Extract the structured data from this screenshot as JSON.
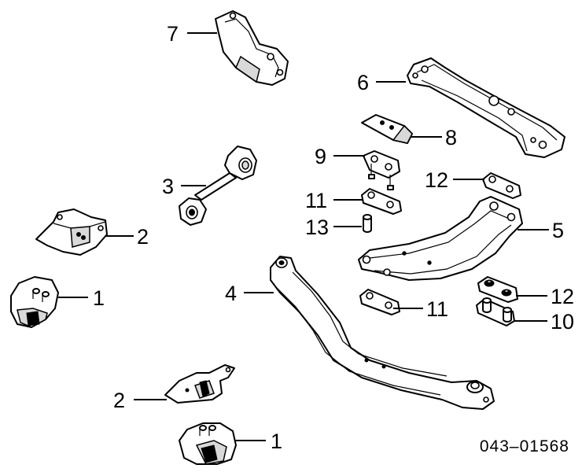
{
  "callouts": {
    "c7": "7",
    "c6": "6",
    "c8": "8",
    "c9": "9",
    "c12a": "12",
    "c3": "3",
    "c11a": "11",
    "c13": "13",
    "c5": "5",
    "c2a": "2",
    "c1a": "1",
    "c4": "4",
    "c11b": "11",
    "c12b": "12",
    "c10": "10",
    "c2b": "2",
    "c1b": "1"
  },
  "reference_code": "043–01568"
}
